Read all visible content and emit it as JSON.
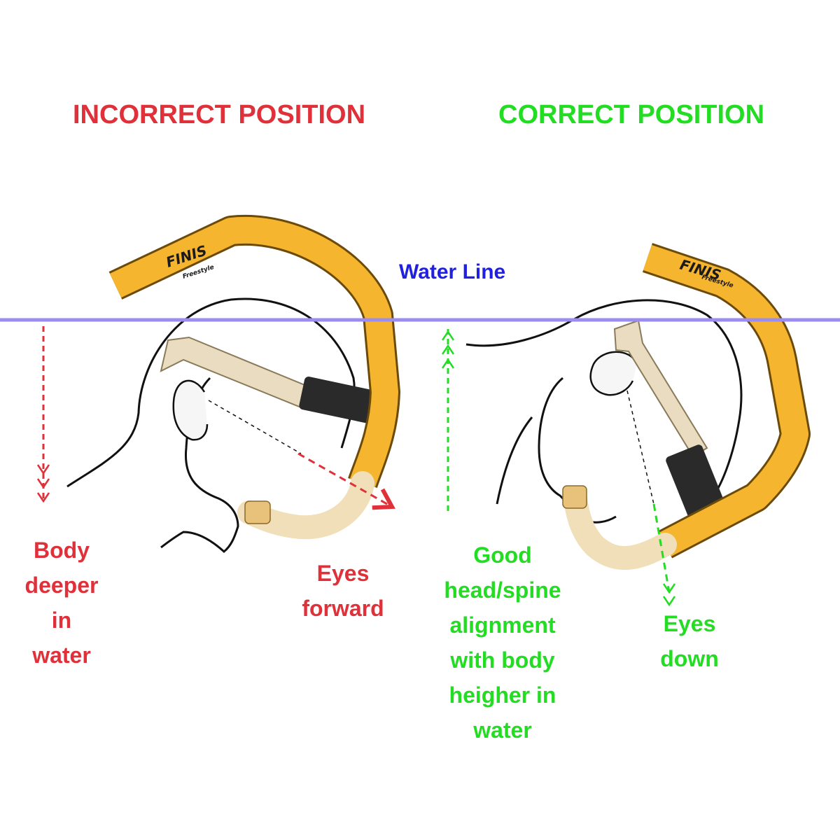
{
  "headings": {
    "incorrect": "INCORRECT POSITION",
    "correct": "CORRECT POSITION"
  },
  "water_line": {
    "label": "Water Line",
    "color": "#9a8cf0"
  },
  "snorkel_left": {
    "brand": "FINIS",
    "model": "Freestyle"
  },
  "snorkel_right": {
    "brand": "FINIS",
    "model": "Freestyle"
  },
  "annotations": {
    "body_deeper": [
      "Body",
      "deeper",
      "in",
      "water"
    ],
    "eyes_forward": [
      "Eyes",
      "forward"
    ],
    "good_alignment": [
      "Good",
      "head/spine",
      "alignment",
      "with body",
      "heigher in",
      "water"
    ],
    "eyes_down": [
      "Eyes",
      "down"
    ]
  },
  "colors": {
    "incorrect": "#e0313a",
    "correct": "#22dd22",
    "snorkel_tube": "#f5b52e",
    "snorkel_mouthpiece": "#f0dfb8",
    "strap": "#2a2a2a"
  }
}
